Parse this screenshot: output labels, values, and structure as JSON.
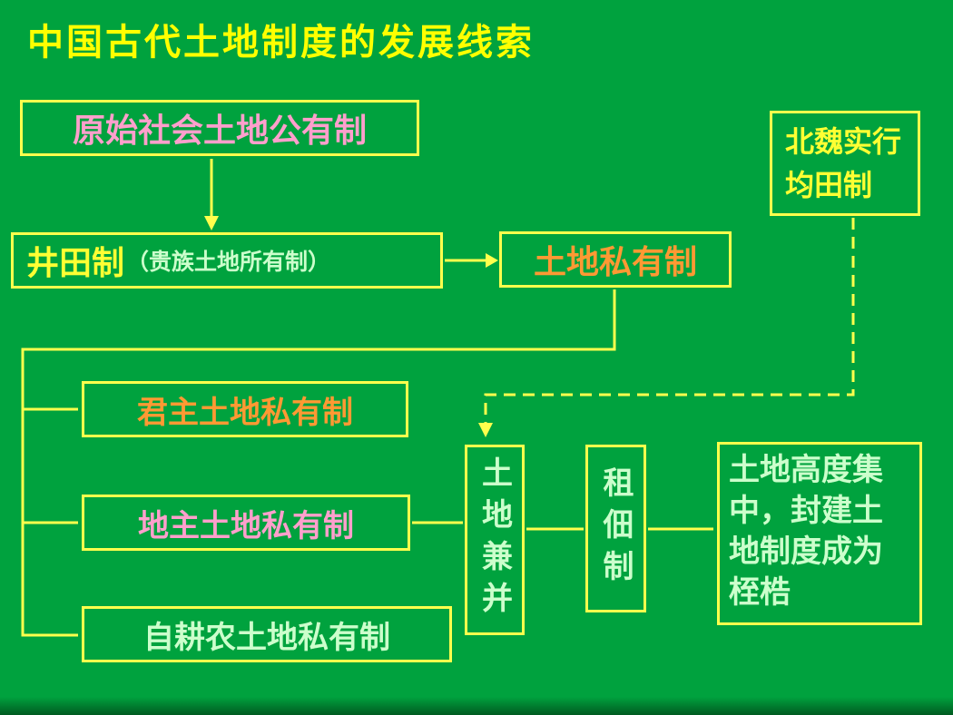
{
  "title": "中国古代土地制度的发展线索",
  "colors": {
    "bg": "#00A23E",
    "border": "#FFFF4D",
    "line": "#FFFF4D",
    "title": "#FFFF00",
    "yellow": "#FFFF33",
    "pink": "#FF9FCC",
    "orange": "#FF9933",
    "pale": "#CCFFCC"
  },
  "nodes": {
    "primitive": {
      "label": "原始社会土地公有制"
    },
    "beiwei": {
      "line1": "北魏实行",
      "line2": "均田制"
    },
    "jingtian": {
      "main": "井田制",
      "sub": "（贵族土地所有制）"
    },
    "private": {
      "label": "土地私有制"
    },
    "monarch": {
      "label": "君主土地私有制"
    },
    "landlord": {
      "label": "地主土地私有制"
    },
    "peasant": {
      "label": "自耕农土地私有制"
    },
    "annexation": {
      "label": "土地兼并"
    },
    "tenancy": {
      "label": "租佃制"
    },
    "result": {
      "label": "土地高度集中，封建土地制度成为桎梏"
    }
  }
}
